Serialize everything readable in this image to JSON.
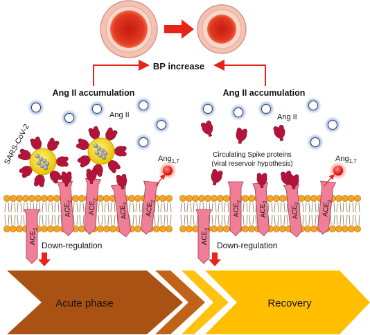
{
  "title": "BP increase",
  "colors": {
    "arrow_red": "#e8231a",
    "vessel_pink": "#f1b9a8",
    "blood_red": "#d8321f",
    "membrane_orange": "#f3a52a",
    "ace2_pink": "#ef7e96",
    "spike_red": "#b4143a",
    "virus_yellow": "#f6d520",
    "acute_brown": "#a95214",
    "recovery_yellow": "#ffbf00"
  },
  "left_panel": {
    "heading": "Ang II accumulation",
    "angii_label": "Ang II",
    "virus_label": "SARS-CoV-2",
    "ang17": {
      "base": "Ang",
      "sub": "1,7"
    },
    "receptor": {
      "base": "ACE",
      "sub": "2"
    },
    "regulation": "Down-regulation"
  },
  "right_panel": {
    "heading": "Ang II accumulation",
    "angii_label": "Ang II",
    "spike_caption_line1": "Circulating Spike proteins",
    "spike_caption_line2": "(viral reservoir hypothesis)",
    "ang17": {
      "base": "Ang",
      "sub": "1,7"
    },
    "receptor": {
      "base": "ACE",
      "sub": "2"
    },
    "regulation": "Down-regulation"
  },
  "timeline": {
    "phase1": "Acute phase",
    "phase2": "Recovery"
  }
}
